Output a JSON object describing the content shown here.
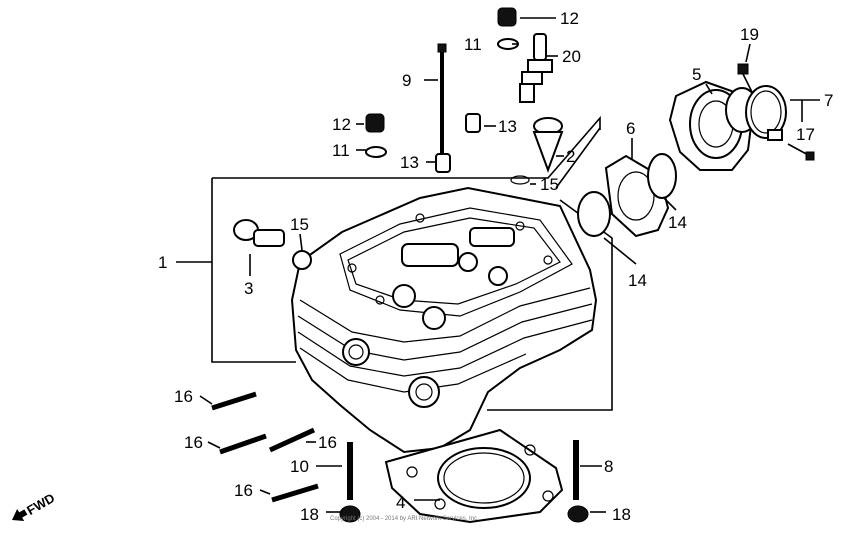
{
  "labels": {
    "l1": "1",
    "l2": "2",
    "l3": "3",
    "l4": "4",
    "l5": "5",
    "l6": "6",
    "l7": "7",
    "l8": "8",
    "l9": "9",
    "l10": "10",
    "l11a": "11",
    "l11b": "11",
    "l12a": "12",
    "l12b": "12",
    "l13a": "13",
    "l13b": "13",
    "l14a": "14",
    "l14b": "14",
    "l15a": "15",
    "l15b": "15",
    "l16a": "16",
    "l16b": "16",
    "l16c": "16",
    "l16d": "16",
    "l17": "17",
    "l18a": "18",
    "l18b": "18",
    "l19": "19",
    "l20": "20"
  },
  "fwd": "FWD",
  "copyright": "Copyright (c) 2004 - 2014 by ARI Network Services, Inc."
}
